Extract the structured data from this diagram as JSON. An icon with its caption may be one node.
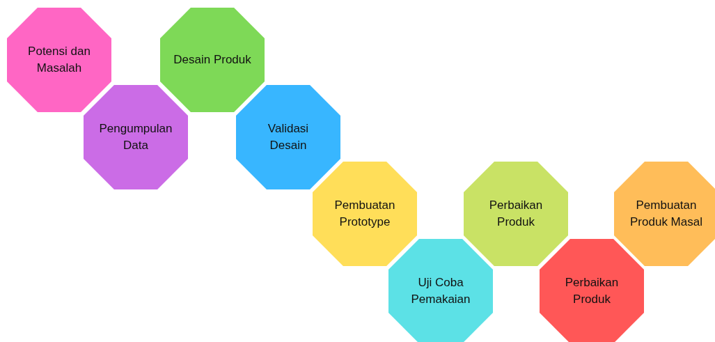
{
  "diagram": {
    "nodes": [
      {
        "text": [
          "Potensi dan Masalah"
        ]
      },
      {
        "text": [
          "Pengumpulan Data"
        ]
      },
      {
        "text": [
          "Desain Produk"
        ]
      },
      {
        "text": [
          "Validasi Desain"
        ]
      },
      {
        "text": [
          "Pembuatan Prototype"
        ]
      },
      {
        "text": [
          "Uji Coba Pemakaian"
        ]
      },
      {
        "text": [
          "Perbaikan Produk"
        ]
      },
      {
        "text": [
          "Perbaikan Produk"
        ]
      },
      {
        "text": [
          "Pembuatan Produk Masal"
        ]
      }
    ]
  }
}
